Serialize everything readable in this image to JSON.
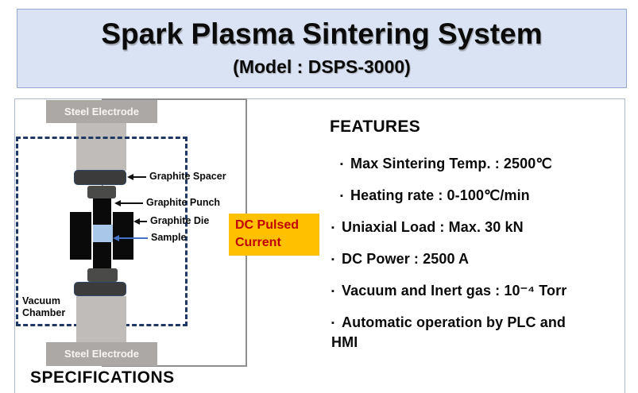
{
  "title": {
    "main": "Spark Plasma Sintering System",
    "model": "(Model : DSPS-3000)"
  },
  "diagram": {
    "electrode_top_label": "Steel Electrode",
    "electrode_bottom_label": "Steel Electrode",
    "part_labels": {
      "spacer": "Graphite Spacer",
      "punch": "Graphite Punch",
      "die": "Graphite Die",
      "sample": "Sample",
      "chamber": "Vacuum\nChamber"
    },
    "dc_box_label": "DC Pulsed\nCurrent",
    "colors": {
      "electrode_gray": "#ACA8A5",
      "column_gray": "#BFBCB9",
      "graphite_dark": "#3B3B3B",
      "die_black": "#0A0A0A",
      "sample_blue": "#A9C7E9",
      "chamber_dash_navy": "#1F3864",
      "dc_box_bg": "#FFC000",
      "dc_box_text": "#C00000",
      "sample_arrow_blue": "#4472C4"
    }
  },
  "features": {
    "heading": "FEATURES",
    "bullet": "▪",
    "items": [
      "Max Sintering Temp. : 2500℃",
      "Heating rate : 0-100℃/min",
      "Uniaxial Load : Max. 30 kN",
      "DC Power : 2500 A",
      "Vacuum and Inert gas : 10⁻⁴ Torr",
      "Automatic operation by PLC and\nHMI"
    ]
  },
  "specifications_heading": "SPECIFICATIONS"
}
